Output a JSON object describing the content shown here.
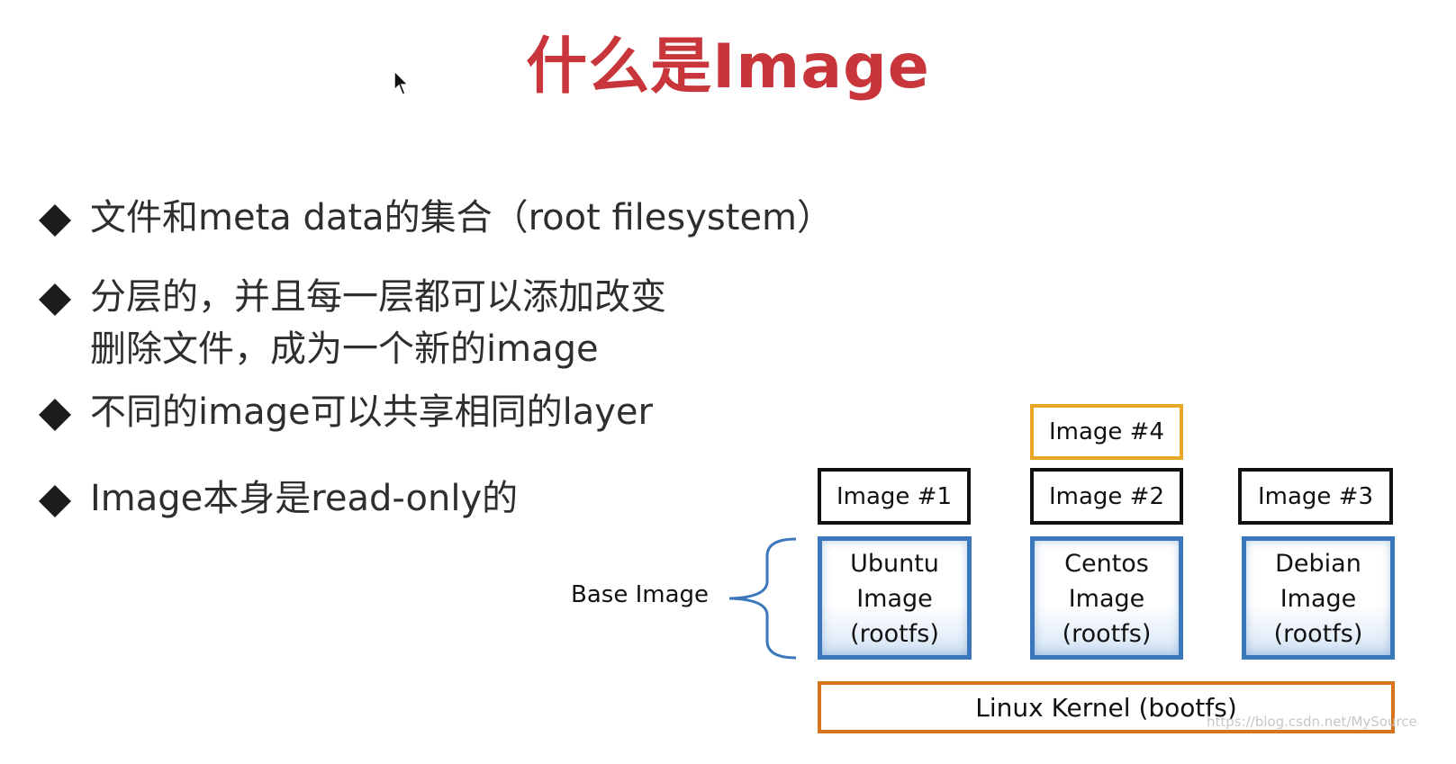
{
  "title": "什么是Image",
  "bullets": [
    {
      "line1": "文件和meta data的集合（root filesystem）"
    },
    {
      "line1": "分层的，并且每一层都可以添加改变",
      "line2": "删除文件，成为一个新的image"
    },
    {
      "line1": "不同的image可以共享相同的layer"
    },
    {
      "line1": "Image本身是read-only的"
    }
  ],
  "diagram": {
    "base_image_label": "Base Image",
    "image1": "Image #1",
    "image2": "Image #2",
    "image3": "Image #3",
    "image4": "Image #4",
    "ubuntu": {
      "l1": "Ubuntu",
      "l2": "Image",
      "l3": "(rootfs)"
    },
    "centos": {
      "l1": "Centos",
      "l2": "Image",
      "l3": "(rootfs)"
    },
    "debian": {
      "l1": "Debian",
      "l2": "Image",
      "l3": "(rootfs)"
    },
    "kernel": "Linux Kernel (bootfs)"
  },
  "watermark": "https://blog.csdn.net/MySource",
  "colors": {
    "title": "#c8353a",
    "image_box_border": "#111111",
    "image4_border": "#e9a623",
    "base_border": "#3b78bb",
    "kernel_border": "#d8741d"
  }
}
